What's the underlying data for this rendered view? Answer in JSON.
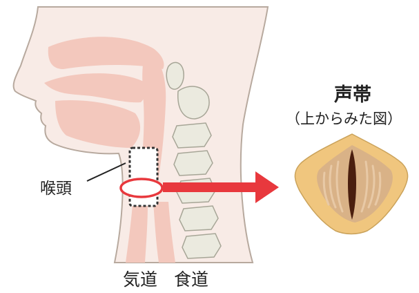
{
  "labels": {
    "vocal_cords_title": "声帯",
    "vocal_cords_subtitle": "（上からみた図）",
    "larynx": "喉頭",
    "airway": "気道",
    "esophagus": "食道"
  },
  "colors": {
    "skin": "#f8ebe6",
    "skin_outline": "#b7a99e",
    "tract": "#f3c8bd",
    "vertebra": "#ebeadf",
    "vertebra_outline": "#a6a596",
    "highlight": "#e8383d",
    "vocal_outer": "#f0c67e",
    "vocal_inner": "#d9b287",
    "vocal_dark": "#4a1e0e"
  }
}
